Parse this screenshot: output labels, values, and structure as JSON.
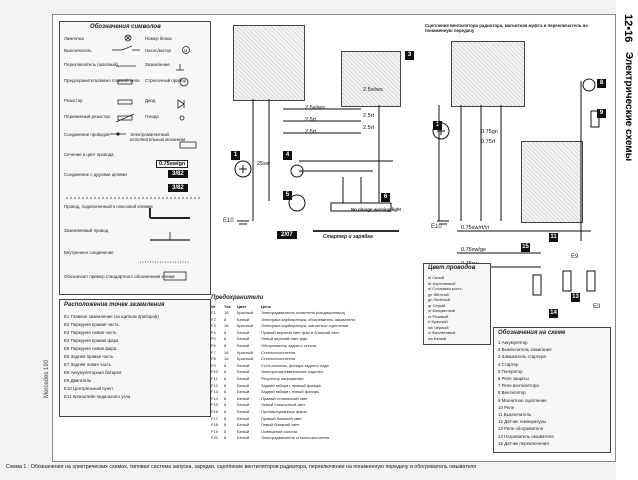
{
  "page": {
    "section": "12•16",
    "section_title": "Электрические схемы",
    "side_caption": "Mercedes 190",
    "bottom_caption": "Схема 1 : Обозначения на электрических схемах, типовая система запуска, зарядки, сцепление вентиляторов радиатора, переключение на пониженную передачу и обогреватель омывателя"
  },
  "legend": {
    "title": "Обозначения символов",
    "items": [
      "Лампочка",
      "Номер блока",
      "Выключатель",
      "Насос/мотор",
      "Переключатель (шаговый)",
      "Заземление",
      "Предохранитель/звено плавкой цепи",
      "Стрелочный прибор",
      "Резистор",
      "Диод",
      "Переменный резистор",
      "Гнездо",
      "Соединение проводов",
      "Электромагнитный исполнительный механизм",
      "Сечение и цвет провода",
      "Соединение с другими цепями",
      "Провод, подключенный к плюсовой клемме",
      "Заземляемый провод",
      "Внутреннее соединение",
      "Обозначает пример стандартного обозначения клемм"
    ],
    "wire_spec": "0.75sw/gn",
    "conn_example_1": "3/82",
    "conn_example_2": "3/82"
  },
  "fuses": {
    "title": "Предохранители",
    "headers": [
      "Nr",
      "Ток",
      "Цвет",
      "Цепь"
    ],
    "rows": [
      [
        "F1",
        "16",
        "Красный",
        "Электродвигатель отопителя (кондиционера)"
      ],
      [
        "F2",
        "8",
        "Белый",
        "Электрика карбюратора, обогреватель омывателя"
      ],
      [
        "F3",
        "16",
        "Красный",
        "Электрика карбюратора, магнитное сцепление"
      ],
      [
        "F4",
        "8",
        "Белый",
        "Правый верхний свет фар и ближний свет"
      ],
      [
        "F5",
        "8",
        "Белый",
        "Левый верхний свет фар"
      ],
      [
        "F6",
        "8",
        "Белый",
        "Обогреватель заднего стекла"
      ],
      [
        "F7",
        "16",
        "Красный",
        "Стеклоочистители"
      ],
      [
        "F8",
        "16",
        "Красный",
        "Стеклоочистители"
      ],
      [
        "F9",
        "8",
        "Белый",
        "Стоп-сигналы, фонари заднего хода"
      ],
      [
        "F10",
        "8",
        "Белый",
        "Электронагревательные сиденья"
      ],
      [
        "F11",
        "8",
        "Белый",
        "Регулятор напряжения"
      ],
      [
        "F12",
        "8",
        "Белый",
        "Задний габарит, правый фонарь"
      ],
      [
        "F13",
        "8",
        "Белый",
        "Задний габарит, левый фонарь"
      ],
      [
        "F14",
        "8",
        "Белый",
        "Правый стояночный свет"
      ],
      [
        "F15",
        "8",
        "Белый",
        "Левый стояночный свет"
      ],
      [
        "F16",
        "8",
        "Белый",
        "Противотуманные фары"
      ],
      [
        "F17",
        "8",
        "Белый",
        "Правый ближний свет"
      ],
      [
        "F18",
        "8",
        "Белый",
        "Левый ближний свет"
      ],
      [
        "F19",
        "8",
        "Белый",
        "Освещение салона"
      ],
      [
        "F20",
        "8",
        "Белый",
        "Электродвигатель стеклоочистителя"
      ]
    ]
  },
  "grounds": {
    "title": "Расположение точек заземления",
    "items": [
      "E1 Главное заземление (за щитком приборов)",
      "E2 Передняя правая часть",
      "E3 Передняя левая часть",
      "E4 Передняя правая фара",
      "E5 Передняя левая фара",
      "E6 Задняя правая часть",
      "E7 Задняя левая часть",
      "E8 Аккумуляторная батарея",
      "E9 Двигатель",
      "E10 Центральный пункт",
      "E11 Кронштейн педального узла"
    ]
  },
  "wire_colors": {
    "title": "Цвет проводов",
    "items": [
      "bl Синий",
      "br Коричневый",
      "el Слоновая кость",
      "ge Жёлтый",
      "gn Зелёный",
      "gr Серый",
      "nf Бесцветный",
      "rs Розовый",
      "rt Красный",
      "sw Чёрный",
      "vi Фиолетовый",
      "ws Белый"
    ]
  },
  "components": {
    "title": "Обозначения на схеме",
    "items": [
      "1 Аккумулятор",
      "2 Выключатель зажигания",
      "3 Замыкатель стартера",
      "4 Стартер",
      "5 Генератор",
      "6 Реле защиты",
      "7 Реле вентилятора",
      "8 Вентилятор",
      "9 Магнитное сцепление",
      "10 Реле",
      "11 Выключатель",
      "12 Датчик температуры",
      "13 Реле обогревателя",
      "14 Нагреватель омывателя",
      "15 Датчик переключения"
    ]
  },
  "diagram": {
    "center_label": "Стартер и зарядка",
    "warning": "No charge warning light",
    "ground_left": "E10",
    "ground_mid": "E10",
    "ground_right": "E3",
    "ground_e9": "E9",
    "ref_tag": "2/07",
    "right_title": "Сцепление вентилятора радиатора, магнитная муфта и переключатель на пониженную передачу",
    "wire_labels": [
      "2.5vi/ws",
      "2.5rt",
      "2.5rt",
      "2.5vi/ws",
      "2.5rt",
      "2.5rt",
      "0.75sw/rt/vi",
      "0.75sw/ge",
      "0.75sw",
      "25sw",
      "0.75gn",
      "0.75rt"
    ]
  }
}
